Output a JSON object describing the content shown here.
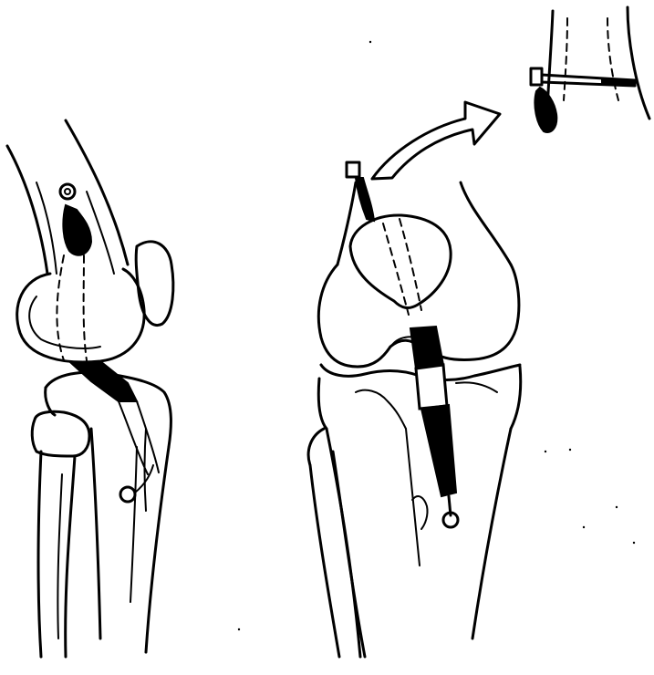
{
  "figure": {
    "panels": [
      {
        "id": "lateral-view",
        "subject": "knee-joint-lateral-view"
      },
      {
        "id": "anterior-view",
        "subject": "knee-joint-anterior-view-with-graft"
      },
      {
        "id": "inset",
        "subject": "femoral-fixation-detail"
      }
    ],
    "icons": [
      "screw-icon",
      "graft-bundle-icon",
      "arrow-icon",
      "interference-screw-icon"
    ],
    "colors": {
      "line": "#000000",
      "background": "#ffffff",
      "graft": "#000000"
    }
  }
}
